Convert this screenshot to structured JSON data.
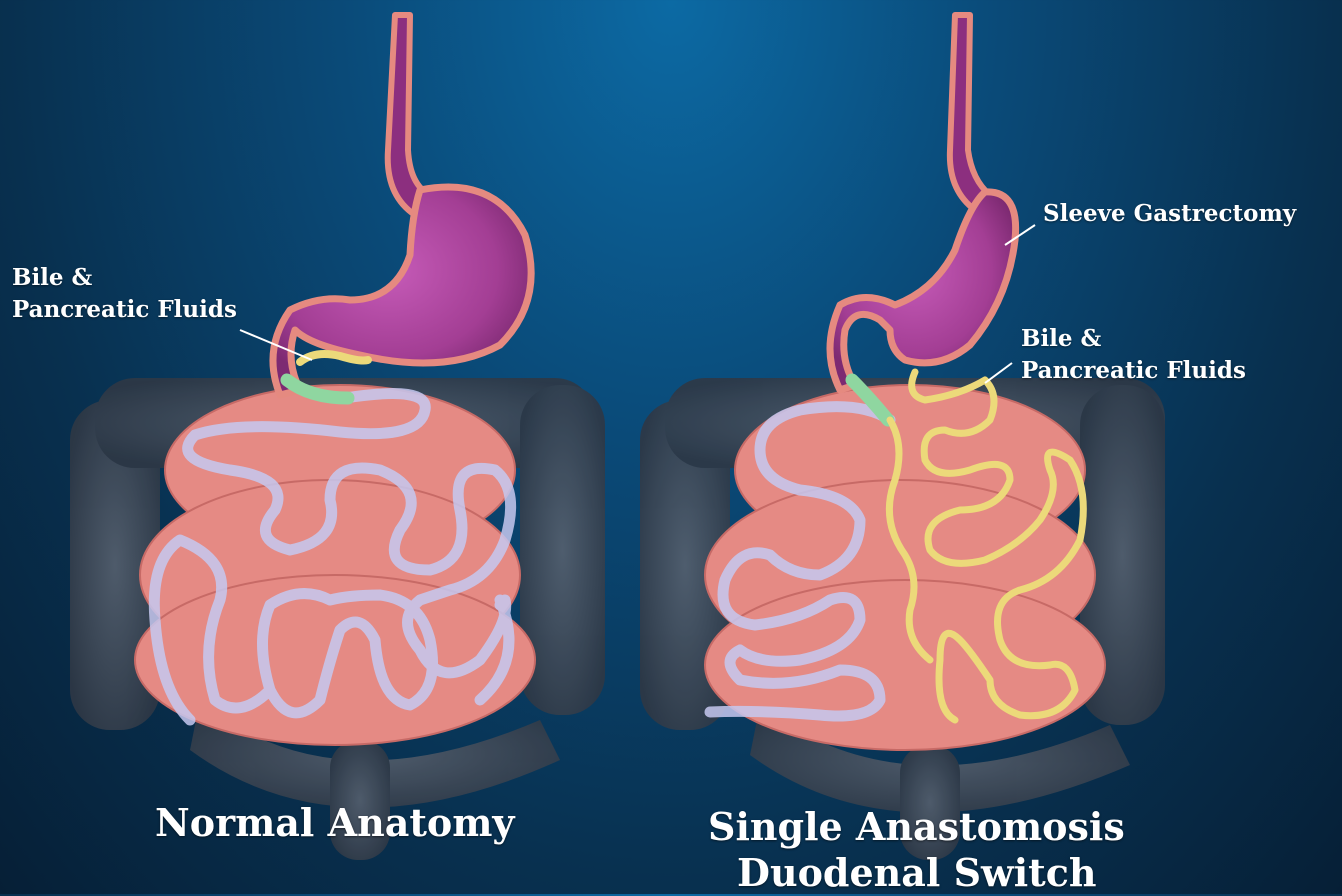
{
  "left_panel": {
    "label_bile_line1": "Bile &",
    "label_bile_line2": "Pancreatic Fluids",
    "caption": "Normal Anatomy"
  },
  "right_panel": {
    "label_sleeve": "Sleeve Gastrectomy",
    "label_bile_line1": "Bile &",
    "label_bile_line2": "Pancreatic Fluids",
    "caption_line1": "Single Anastomosis",
    "caption_line2": "Duodenal Switch"
  },
  "colors": {
    "stomach": "#a8409a",
    "stomach_rim": "#e58a80",
    "intestine": "#e88d86",
    "colon": "#3f4a58",
    "food_path": "#c6c8f0",
    "bile_path": "#ecd97a",
    "duodenum_green": "#8fd6a0"
  }
}
